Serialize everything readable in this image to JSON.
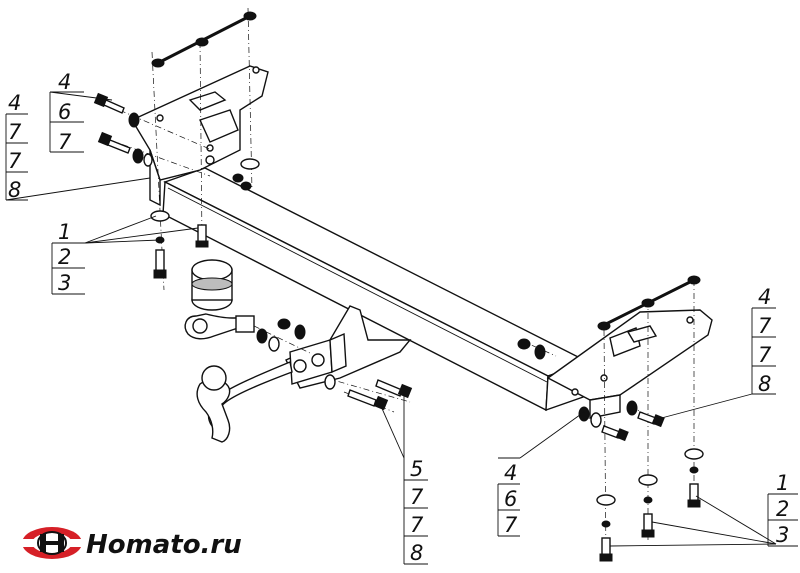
{
  "callouts": {
    "top_left_bolt": [
      "4",
      "6",
      "7"
    ],
    "left_bracket_group": [
      "4",
      "7",
      "7",
      "8"
    ],
    "left_bottom_group": [
      "1",
      "2",
      "3"
    ],
    "right_bracket_group": [
      "4",
      "7",
      "7",
      "8"
    ],
    "mid_bottom_group": [
      "4",
      "6",
      "7"
    ],
    "ball_mount_group": [
      "5",
      "7",
      "7",
      "8"
    ],
    "right_bottom_group": [
      "1",
      "2",
      "3"
    ]
  },
  "brand": {
    "logo_icon": "homato-logo-icon",
    "name": "Homato.ru"
  }
}
